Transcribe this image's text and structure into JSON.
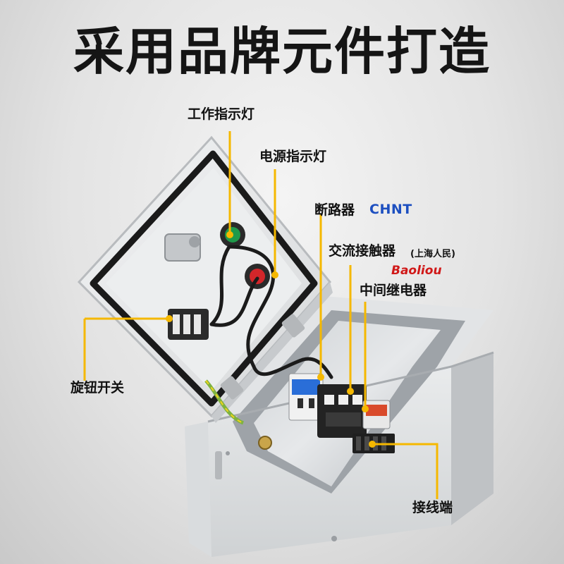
{
  "headline": "采用品牌元件打造",
  "callouts": {
    "work_indicator": "工作指示灯",
    "power_indicator": "电源指示灯",
    "circuit_breaker": "断路器",
    "ac_contactor": "交流接触器",
    "ac_contactor_note": "(上海人民)",
    "intermediate_relay": "中间继电器",
    "rotary_switch": "旋钮开关",
    "terminal_block": "接线端"
  },
  "brands": {
    "chint": "CHNT",
    "baoliou": "Baoliou"
  },
  "colors": {
    "leader_line": "#f5b800",
    "cabinet": "#e4e6e8",
    "gasket": "#1a1a1a",
    "breaker": "#2a6ed8",
    "chint_brand": "#1d4fc0",
    "baoliou_brand": "#d01818",
    "green_lamp": "#1f9a4a",
    "red_lamp": "#d2262a"
  }
}
